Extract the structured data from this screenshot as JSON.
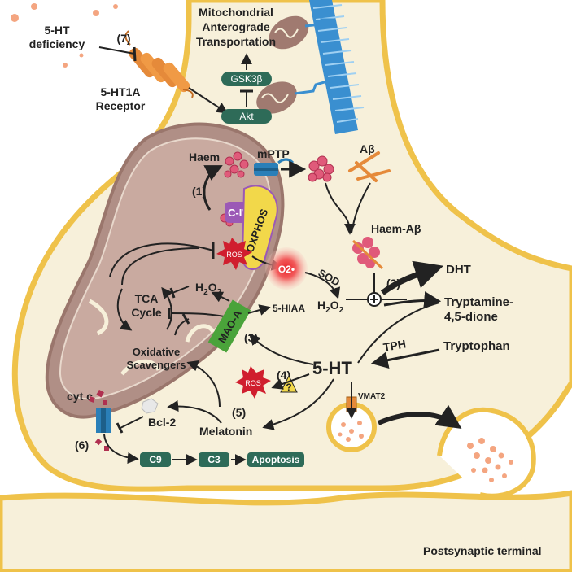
{
  "labels": {
    "deficiency": "5-HT\ndeficiency",
    "step7": "(7)",
    "receptor": "5-HT1A\nReceptor",
    "mito_transport": "Mitochondrial\nAnterograde\nTransportation",
    "gsk3b": "GSK3β",
    "akt": "Akt",
    "haem": "Haem",
    "mptp": "mPTP",
    "abeta": "Aβ",
    "step1": "(1)",
    "civ": "C-IV",
    "oxphos": "OXPHOS",
    "haem_abeta": "Haem-Aβ",
    "ros_top": "ROS",
    "o2": "O2•",
    "sod": "SOD",
    "step2": "(2)",
    "dht": "DHT",
    "tca": "TCA\nCycle",
    "h2o2_mito": "H2O2",
    "h2o2_out": "H2O2",
    "tryptamine": "Tryptamine-\n4,5-dione",
    "mao_a": "MAO-A",
    "hiaa": "5-HIAA",
    "step3": "(3)",
    "tph": "TPH",
    "tryptophan": "Tryptophan",
    "oxidative": "Oxidative\nScavengers",
    "ros_low": "ROS",
    "step4": "(4)",
    "question": "?",
    "five_ht": "5-HT",
    "cytc": "cyt c",
    "bcl2": "Bcl-2",
    "step5": "(5)",
    "vmat2": "VMAT2",
    "melatonin": "Melatonin",
    "step6": "(6)",
    "c9": "C9",
    "c3": "C3",
    "apoptosis": "Apoptosis",
    "postsynaptic": "Postsynaptic terminal"
  },
  "colors": {
    "cytoplasm": "#f7f0da",
    "membrane": "#efc24a",
    "mitochondrion": "#b08f86",
    "mito_inner": "#c9aaa0",
    "pill": "#2e6b58",
    "ros": "#d01e2e",
    "mao": "#4aa33a",
    "oxphos": "#f2d84a",
    "civ": "#9b59b6",
    "microtubule": "#3a8fd0",
    "serotonin_dot": "#f4a580"
  }
}
